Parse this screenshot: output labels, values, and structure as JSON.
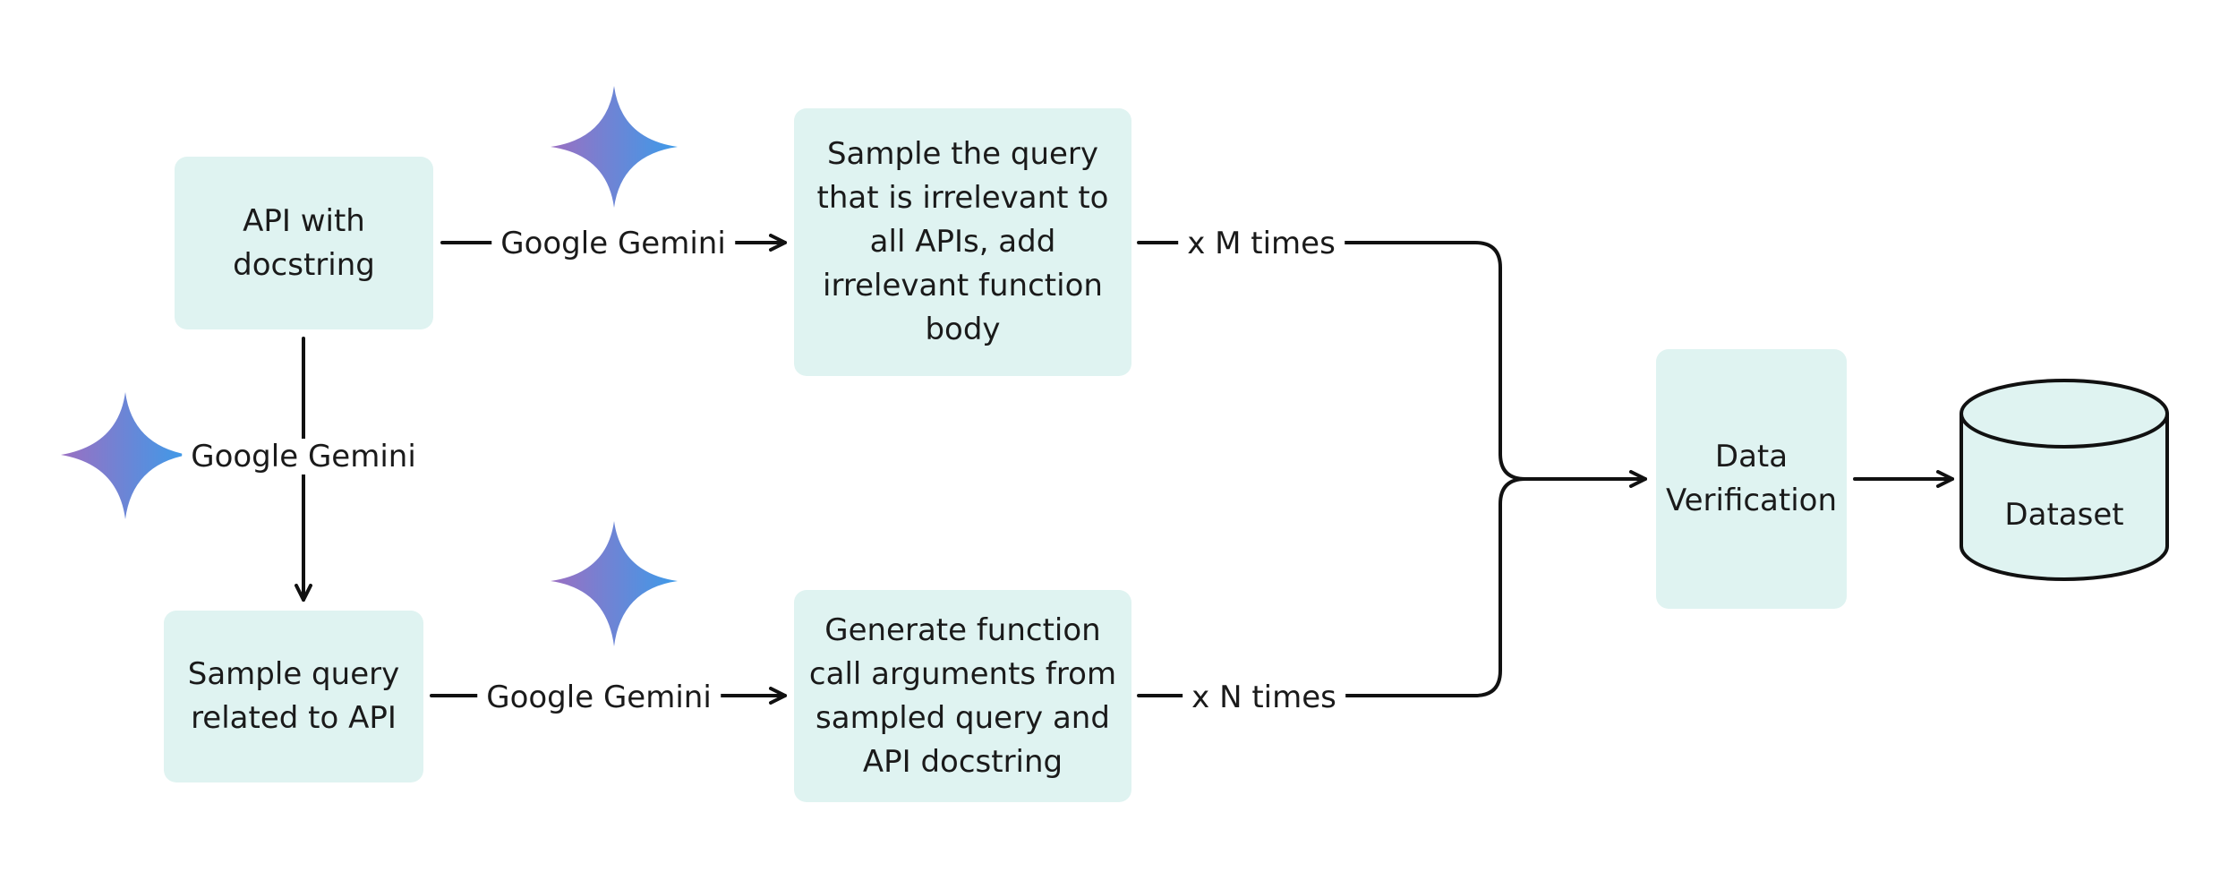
{
  "boxes": {
    "api_docstring": "API with\ndocstring",
    "sample_irrelevant": "Sample the query\nthat is irrelevant to\nall APIs, add\nirrelevant function\nbody",
    "sample_related": "Sample query\nrelated to API",
    "generate_args": "Generate function\ncall arguments from\nsampled query and\nAPI docstring",
    "data_verification": "Data\nVerification",
    "dataset": "Dataset"
  },
  "edge_labels": {
    "gemini_top": "Google Gemini",
    "gemini_left": "Google Gemini",
    "gemini_bottom": "Google Gemini",
    "m_times": "x M times",
    "n_times": "x N times"
  },
  "colors": {
    "box_fill": "#dff3f1",
    "stroke": "#111111",
    "gemini_gradient_start": "#9b6fc2",
    "gemini_gradient_end": "#3d9be9"
  },
  "icons": {
    "gemini": "gemini-sparkle-icon"
  }
}
